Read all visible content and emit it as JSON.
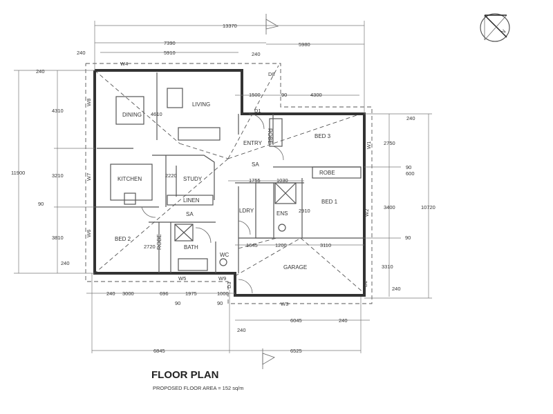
{
  "title": "FLOOR PLAN",
  "subtitle": "PROPOSED FLOOR AREA = 152 sq/m",
  "north_label": "N",
  "rooms": {
    "dining": "DINING",
    "living": "LIVING",
    "entry": "ENTRY",
    "bed3": "BED 3",
    "robe3": "ROBE",
    "sa1": "SA",
    "robe1": "ROBE",
    "bed1": "BED 1",
    "kitchen": "KITCHEN",
    "study": "STUDY",
    "linen": "LINEN",
    "sa2": "SA",
    "ldry": "LDRY",
    "ens": "ENS",
    "bed2": "BED 2",
    "robe2": "ROBE",
    "bath": "BATH",
    "wc": "WC",
    "garage": "GARAGE"
  },
  "openings": [
    "W4",
    "D8",
    "D1",
    "W8",
    "W7",
    "W6",
    "W1",
    "W2",
    "D2",
    "W3",
    "W5",
    "W9",
    "D3"
  ],
  "dimensions": [
    "13370",
    "7390",
    "5910",
    "240",
    "240",
    "5980",
    "240",
    "4310",
    "3210",
    "3810",
    "240",
    "90",
    "11900",
    "4610",
    "2220",
    "1500",
    "90",
    "4300",
    "1755",
    "1030",
    "2910",
    "2720",
    "1645",
    "1200",
    "3110",
    "240",
    "2750",
    "90",
    "600",
    "3400",
    "10720",
    "90",
    "3310",
    "240",
    "240",
    "3000",
    "696",
    "1975",
    "1000",
    "90",
    "90",
    "6045",
    "240",
    "240",
    "6845",
    "6525"
  ]
}
